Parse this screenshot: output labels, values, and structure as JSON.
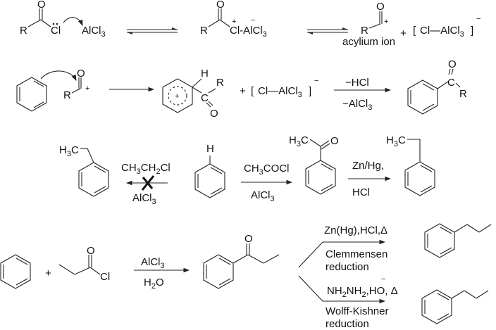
{
  "title": "Friedel-Crafts acylation mechanism and Clemmensen / Wolff-Kishner reductions",
  "row1": {
    "r_label": "R",
    "o_label": "O",
    "cl_label": "Cl",
    "alcl3": "AlCl",
    "sub3": "3",
    "plus": "+",
    "minus": "−",
    "complex_cl_al": "Cl-AlCl",
    "acylium_r": "R",
    "acylium_o": "O",
    "acylium_charge": "+",
    "acylium_caption": "acylium ion",
    "anion": "Cl—AlCl",
    "anion_charge": "−",
    "bracket_left": "[",
    "bracket_right": "]"
  },
  "row2": {
    "acylium_r": "R",
    "acylium_o": "O",
    "acylium_charge": "+",
    "sigma_h": "H",
    "sigma_c": "C",
    "sigma_r": "R",
    "sigma_o": "O",
    "sigma_plus": "+",
    "plus": "+",
    "anion": "Cl—AlCl",
    "sub3": "3",
    "anion_charge": "−",
    "reagent_top": "−HCl",
    "reagent_bottom": "−AlCl",
    "product_c": "C",
    "product_o": "O",
    "product_r": "R"
  },
  "row3": {
    "ethylbenzene_label": "H",
    "ethylbenzene_sub": "3",
    "ethylbenzene_c": "C",
    "blocked_reagent_top": "CH",
    "blocked_reagent_top_mid": "CH",
    "blocked_reagent_top_end": "Cl",
    "sub2": "2",
    "sub3": "3",
    "blocked_reagent_bottom": "AlCl",
    "benzene_h": "H",
    "acylation_reagent_top": "CH",
    "acylation_reagent_top_end": "COCl",
    "acylation_reagent_bottom": "AlCl",
    "acetophenone_h3c": "H",
    "acetophenone_c": "C",
    "acetophenone_o": "O",
    "reduction_reagent_top": "Zn/Hg,",
    "reduction_reagent_bottom": "HCl",
    "product_h3c": "H",
    "product_c": "C"
  },
  "row4": {
    "plus": "+",
    "acyl_o": "O",
    "acyl_cl": "Cl",
    "reagent_top": "AlCl",
    "sub3": "3",
    "reagent_bottom_h": "H",
    "reagent_bottom_o": "O",
    "sub2": "2",
    "ketone_o": "O",
    "clemmensen_conditions": "Zn(Hg),HCl,Δ",
    "clemmensen_name_1": "Clemmensen",
    "clemmensen_name_2": "reduction",
    "wk_conditions_a": "NH",
    "wk_conditions_b": "NH",
    "wk_conditions_c": ",HO",
    "wk_conditions_d": ", Δ",
    "wk_minus": "−",
    "wk_name_1": "Wolff-Kishner",
    "wk_name_2": "reduction"
  }
}
